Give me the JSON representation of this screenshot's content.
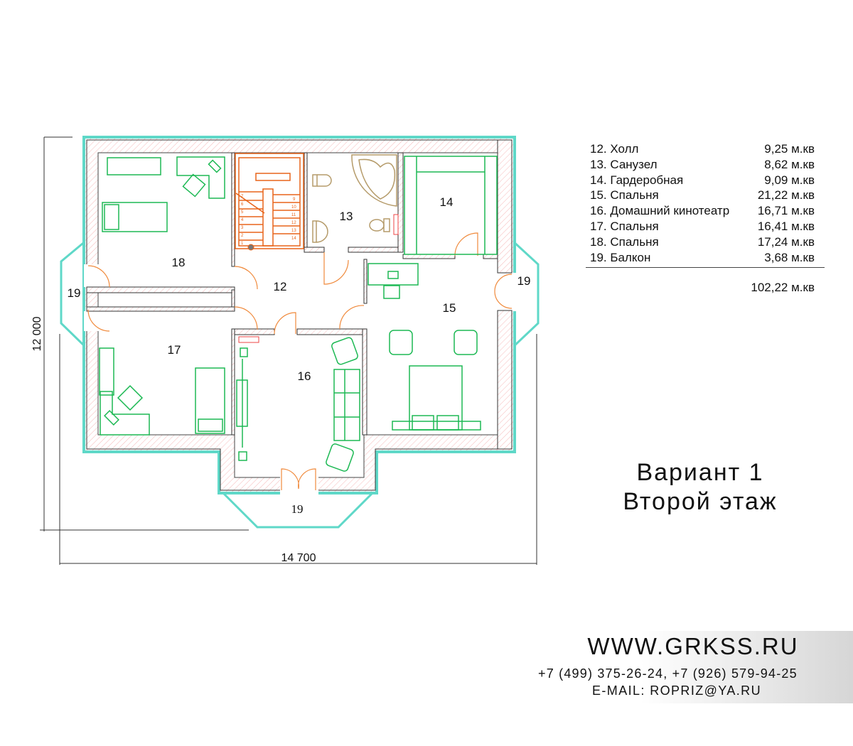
{
  "plan": {
    "rooms": {
      "r12": "12",
      "r13": "13",
      "r14": "14",
      "r15": "15",
      "r16": "16",
      "r17": "17",
      "r18": "18",
      "r19_left": "19",
      "r19_right": "19",
      "r19_bottom": "19"
    },
    "dimensions": {
      "height": "12 000",
      "width": "14 700"
    },
    "stair_steps": [
      "1",
      "2",
      "3",
      "4",
      "5",
      "6",
      "7",
      "9",
      "10",
      "11",
      "12",
      "13",
      "14"
    ]
  },
  "legend": {
    "items": [
      {
        "name": "12. Холл",
        "area": "9,25 м.кв"
      },
      {
        "name": "13. Санузел",
        "area": "8,62 м.кв"
      },
      {
        "name": "14. Гардеробная",
        "area": "9,09 м.кв"
      },
      {
        "name": "15. Спальня",
        "area": "21,22 м.кв"
      },
      {
        "name": "16. Домашний кинотеатр",
        "area": "16,71 м.кв"
      },
      {
        "name": "17. Спальня",
        "area": "16,41 м.кв"
      },
      {
        "name": "18. Спальня",
        "area": "17,24 м.кв"
      },
      {
        "name": "19. Балкон",
        "area": "3,68 м.кв"
      }
    ],
    "total": "102,22 м.кв"
  },
  "title": {
    "line1": "Вариант 1",
    "line2": "Второй этаж"
  },
  "contact": {
    "site": "WWW.GRKSS.RU",
    "phones": "+7 (499) 375-26-24, +7 (926) 579-94-25",
    "email": "E-MAIL: ROPRIZ@YA.RU"
  },
  "colors": {
    "wall_outline": "#5fd8c8",
    "furniture": "#1db954",
    "doors": "#f08a3c",
    "stairs": "#e8641a",
    "sanitary": "#b59b6a"
  }
}
